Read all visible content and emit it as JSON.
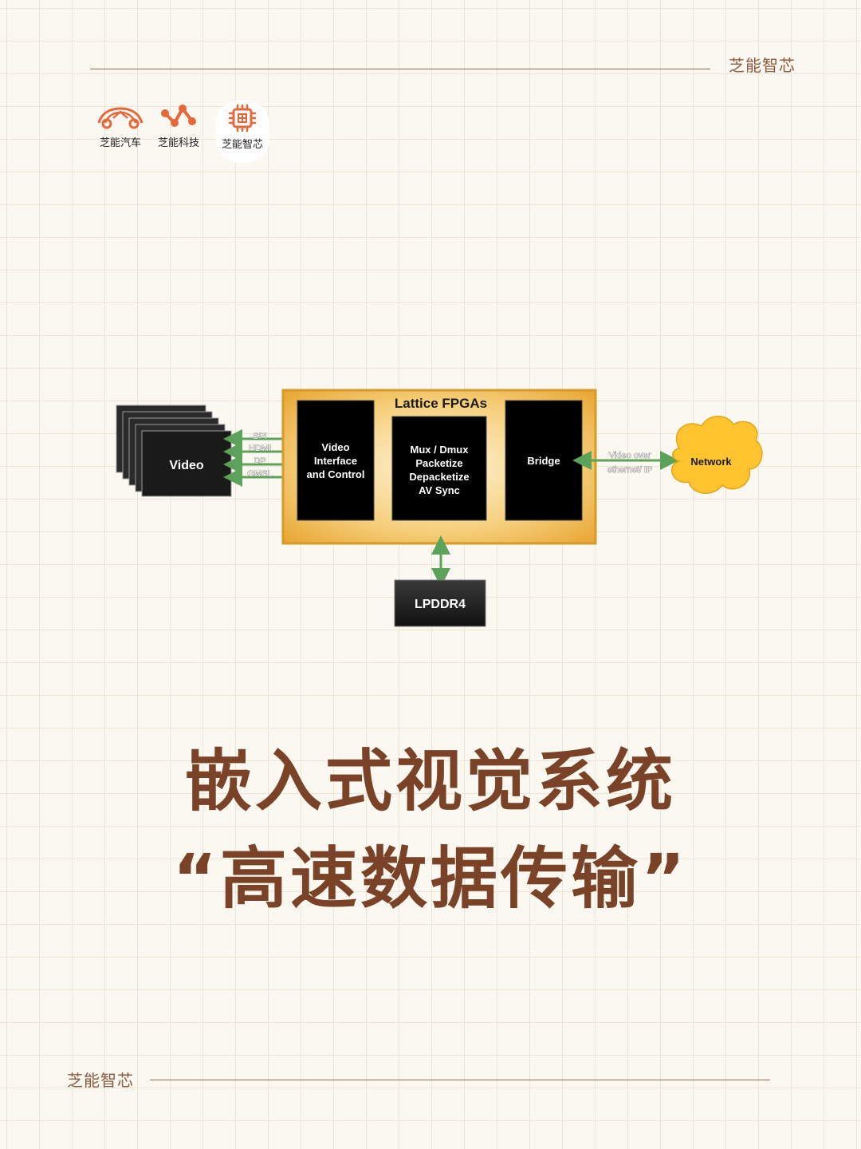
{
  "header": {
    "brand": "芝能智芯"
  },
  "footer": {
    "brand": "芝能智芯"
  },
  "logos": [
    {
      "label": "芝能汽车",
      "icon": "car-icon",
      "color": "#e5683a"
    },
    {
      "label": "芝能科技",
      "icon": "molecule-icon",
      "color": "#e5683a"
    },
    {
      "label": "芝能智芯",
      "icon": "chip-icon",
      "color": "#e5683a"
    }
  ],
  "diagram": {
    "fpga_title": "Lattice FPGAs",
    "video_stack_label": "Video",
    "interfaces": [
      "SPI",
      "HDMI",
      "DP",
      "GMSL"
    ],
    "blocks": [
      {
        "lines": [
          "Video",
          "Interface",
          "and Control"
        ]
      },
      {
        "lines": [
          "Mux / Dmux",
          "Packetize",
          "Depacketize",
          "AV Sync"
        ]
      },
      {
        "lines": [
          "Bridge"
        ]
      }
    ],
    "link_label": [
      "Video over",
      "ethernet/ IP"
    ],
    "network_label": "Network",
    "memory_label": "LPDDR4",
    "colors": {
      "fpga_fill": "#f0b64a",
      "fpga_border": "#d69a2a",
      "block_fill": "#000000",
      "arrow": "#5ca35a",
      "cloud": "#ffc42e"
    }
  },
  "title": {
    "line1": "嵌入式视觉系统",
    "line2": "“高速数据传输”"
  }
}
